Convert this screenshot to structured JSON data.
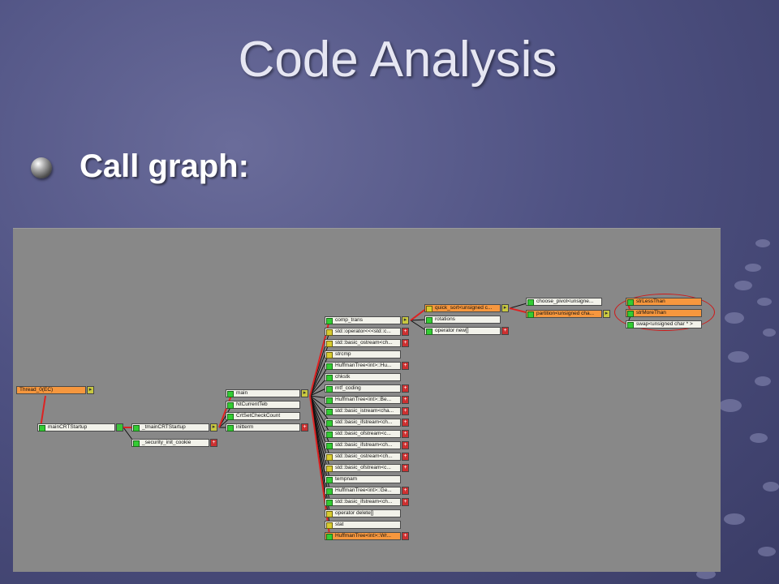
{
  "slide": {
    "title": "Code Analysis",
    "bullet": "Call graph:"
  },
  "colors": {
    "background": "#4f5283",
    "graph_background": "#888888",
    "node_default": "#f2f2ea",
    "node_highlight": "#f6973e",
    "edge_highlight": "#dd2222",
    "edge_default": "#111111"
  },
  "graph": {
    "nodes": [
      {
        "id": "thread",
        "label": "Thread_0(EC)",
        "orange": true,
        "lsq": "none",
        "btn": "arrow"
      },
      {
        "id": "mainCRT",
        "label": "mainCRTStartup",
        "orange": false,
        "lsq": "green",
        "btn": "green"
      },
      {
        "id": "tmainCRT",
        "label": "_tmainCRTStartup",
        "orange": false,
        "lsq": "green",
        "btn": "arrow"
      },
      {
        "id": "security",
        "label": "_security_init_cookie",
        "orange": false,
        "lsq": "green",
        "btn": "plus"
      },
      {
        "id": "main",
        "label": "main",
        "orange": false,
        "lsq": "green",
        "btn": "arrow"
      },
      {
        "id": "ntteb",
        "label": "NtCurrentTeb",
        "orange": false,
        "lsq": "green",
        "btn": "none"
      },
      {
        "id": "crtset",
        "label": "CrtSetCheckCount",
        "orange": false,
        "lsq": "green",
        "btn": "none"
      },
      {
        "id": "initterm",
        "label": "initterm",
        "orange": false,
        "lsq": "green",
        "btn": "plus"
      },
      {
        "id": "comp_trans",
        "label": "comp_trans",
        "orange": false,
        "lsq": "green",
        "btn": "arrow"
      },
      {
        "id": "stdop",
        "label": "std::operator<<<std::c...",
        "orange": false,
        "lsq": "yellow",
        "btn": "plus"
      },
      {
        "id": "basic_ostream1",
        "label": "std::basic_ostream<ch...",
        "orange": false,
        "lsq": "yellow",
        "btn": "plus"
      },
      {
        "id": "strcmp",
        "label": "strcmp",
        "orange": false,
        "lsq": "yellow",
        "btn": "none"
      },
      {
        "id": "huff_hu",
        "label": "HuffmanTree<int>::Hu...",
        "orange": false,
        "lsq": "green",
        "btn": "plus"
      },
      {
        "id": "chkstk",
        "label": "chkstk",
        "orange": false,
        "lsq": "green",
        "btn": "none"
      },
      {
        "id": "mtf",
        "label": "mtf_coding",
        "orange": false,
        "lsq": "green",
        "btn": "plus"
      },
      {
        "id": "huff_be",
        "label": "HuffmanTree<int>::Be...",
        "orange": false,
        "lsq": "green",
        "btn": "plus"
      },
      {
        "id": "basic_istream_cha",
        "label": "std::basic_istream<cha...",
        "orange": false,
        "lsq": "green",
        "btn": "plus"
      },
      {
        "id": "basic_ifstream1",
        "label": "std::basic_ifstream<ch...",
        "orange": false,
        "lsq": "green",
        "btn": "plus"
      },
      {
        "id": "basic_ofstream1",
        "label": "std::basic_ofstream<c...",
        "orange": false,
        "lsq": "green",
        "btn": "plus"
      },
      {
        "id": "basic_ifstream2",
        "label": "std::basic_ifstream<ch...",
        "orange": false,
        "lsq": "green",
        "btn": "plus"
      },
      {
        "id": "basic_ostream2",
        "label": "std::basic_ostream<ch...",
        "orange": false,
        "lsq": "yellow",
        "btn": "plus"
      },
      {
        "id": "basic_ofstream2",
        "label": "std::basic_ofstream<c...",
        "orange": false,
        "lsq": "yellow",
        "btn": "plus"
      },
      {
        "id": "tempnam",
        "label": "tempnam",
        "orange": false,
        "lsq": "green",
        "btn": "none"
      },
      {
        "id": "huff_ge",
        "label": "HuffmanTree<int>::Ge...",
        "orange": false,
        "lsq": "green",
        "btn": "plus"
      },
      {
        "id": "basic_ifstream3",
        "label": "std::basic_ifstream<ch...",
        "orange": false,
        "lsq": "green",
        "btn": "plus"
      },
      {
        "id": "opdelete",
        "label": "operator delete[]",
        "orange": false,
        "lsq": "yellow",
        "btn": "none"
      },
      {
        "id": "stat",
        "label": "stat",
        "orange": false,
        "lsq": "yellow",
        "btn": "none"
      },
      {
        "id": "huff_wr",
        "label": "HuffmanTree<int>::Wr...",
        "orange": true,
        "lsq": "green",
        "btn": "plus"
      },
      {
        "id": "quick_sort",
        "label": "quick_sort<unsigned c...",
        "orange": true,
        "lsq": "yellow",
        "btn": "arrow"
      },
      {
        "id": "rotations",
        "label": "rotations",
        "orange": false,
        "lsq": "green",
        "btn": "none"
      },
      {
        "id": "opnew",
        "label": "operator new[]",
        "orange": false,
        "lsq": "green",
        "btn": "plus"
      },
      {
        "id": "choose_pivot",
        "label": "choose_pivot<unsigne...",
        "orange": false,
        "lsq": "green",
        "btn": "none"
      },
      {
        "id": "partition",
        "label": "partition<unsigned cha...",
        "orange": true,
        "lsq": "green",
        "btn": "arrow"
      },
      {
        "id": "strLessThan",
        "label": "strLessThan",
        "orange": true,
        "lsq": "green",
        "btn": "none"
      },
      {
        "id": "strMoreThan",
        "label": "strMoreThan",
        "orange": true,
        "lsq": "green",
        "btn": "none"
      },
      {
        "id": "swap",
        "label": "swap<unsigned char * >",
        "orange": false,
        "lsq": "green",
        "btn": "none"
      }
    ]
  }
}
